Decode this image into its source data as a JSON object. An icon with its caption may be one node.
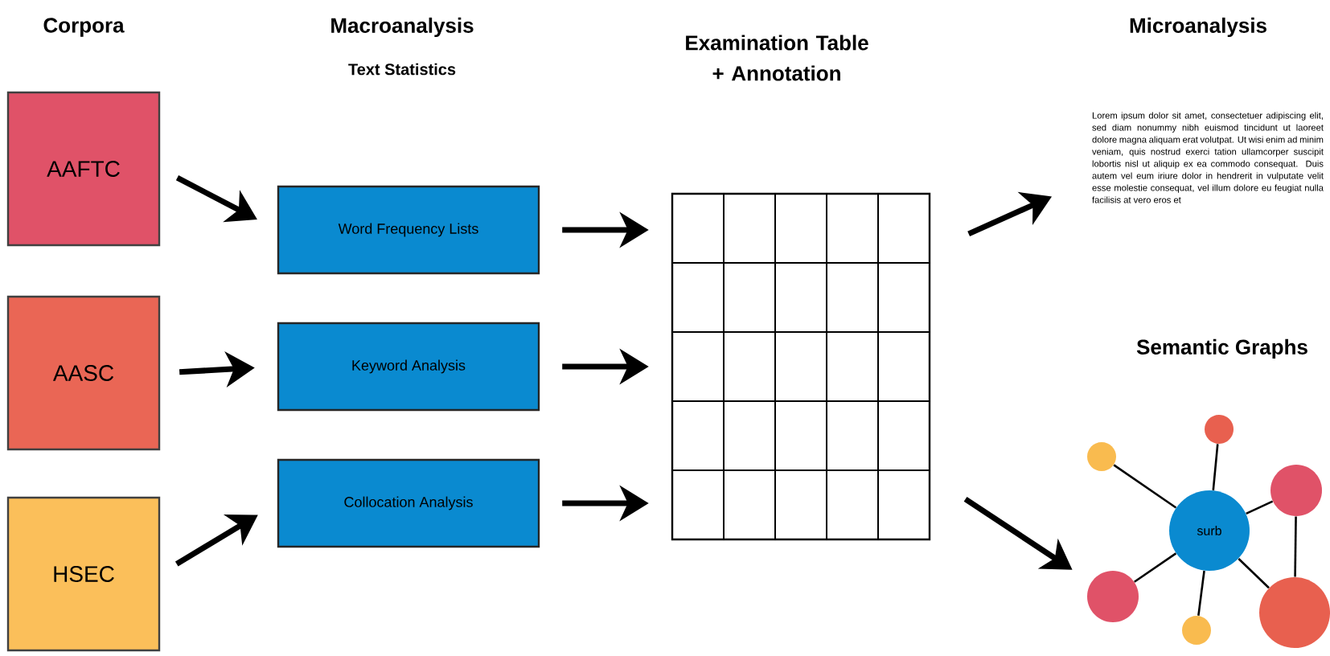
{
  "diagram": {
    "nodes": [
      {
        "text": [
          "AAFTC"
        ]
      },
      {
        "text": [
          "AASC"
        ]
      },
      {
        "text": [
          "HSEC"
        ]
      },
      {
        "text": [
          "Word Frequency Lists"
        ]
      },
      {
        "text": [
          "Keyword Analysis"
        ]
      },
      {
        "text": [
          "Collocation Analysis"
        ]
      },
      {
        "text": [],
        "shape": "box"
      },
      {
        "text": [
          "Lorem ipsum dolor sit amet, consectetuer adipiscing elit, sed diam nonummy nibh euismod tincidunt ut laoreet dolore magna aliquam erat volutpat. Ut wisi enim ad minim veniam, quis nostrud exerci tation ullamcorper suscipit lobortis nisl ut aliquip ex ea commodo consequat. Duis autem vel eum iriure dolor in hendrerit in vulputate velit esse molestie consequat, vel illum dolore eu feugiat nulla facilisis at vero eros et"
        ]
      },
      {
        "text": [
          "surb"
        ]
      },
      {
        "text": [],
        "shape": "circle"
      },
      {
        "text": [],
        "shape": "circle"
      },
      {
        "text": [],
        "shape": "circle"
      },
      {
        "text": [],
        "shape": "circle"
      },
      {
        "text": [],
        "shape": "circle"
      },
      {
        "text": [],
        "shape": "circle"
      }
    ],
    "edges": [
      {
        "from": 0,
        "to": 3,
        "arrow": "to"
      },
      {
        "from": 1,
        "to": 4,
        "arrow": "to"
      },
      {
        "from": 2,
        "to": 5,
        "arrow": "to"
      },
      {
        "from": 3,
        "to": 6,
        "arrow": "to"
      },
      {
        "from": 4,
        "to": 6,
        "arrow": "to"
      },
      {
        "from": 5,
        "to": 6,
        "arrow": "to"
      },
      {
        "from": 6,
        "to": 7,
        "arrow": "to"
      },
      {
        "from": 6,
        "to": 12,
        "arrow": "to"
      },
      {
        "from": 8,
        "to": 9,
        "arrow": "none"
      },
      {
        "from": 8,
        "to": 10,
        "arrow": "none"
      },
      {
        "from": 8,
        "to": 11,
        "arrow": "none"
      },
      {
        "from": 8,
        "to": 12,
        "arrow": "none"
      },
      {
        "from": 8,
        "to": 13,
        "arrow": "none"
      },
      {
        "from": 8,
        "to": 14,
        "arrow": "none"
      },
      {
        "from": 11,
        "to": 14,
        "arrow": "none"
      }
    ],
    "labels": [
      "Corpora",
      "Macroanalysis",
      "Examination Table + Annotation",
      "Microanalysis",
      "Text Statistics",
      "Semantic Graphs"
    ]
  }
}
